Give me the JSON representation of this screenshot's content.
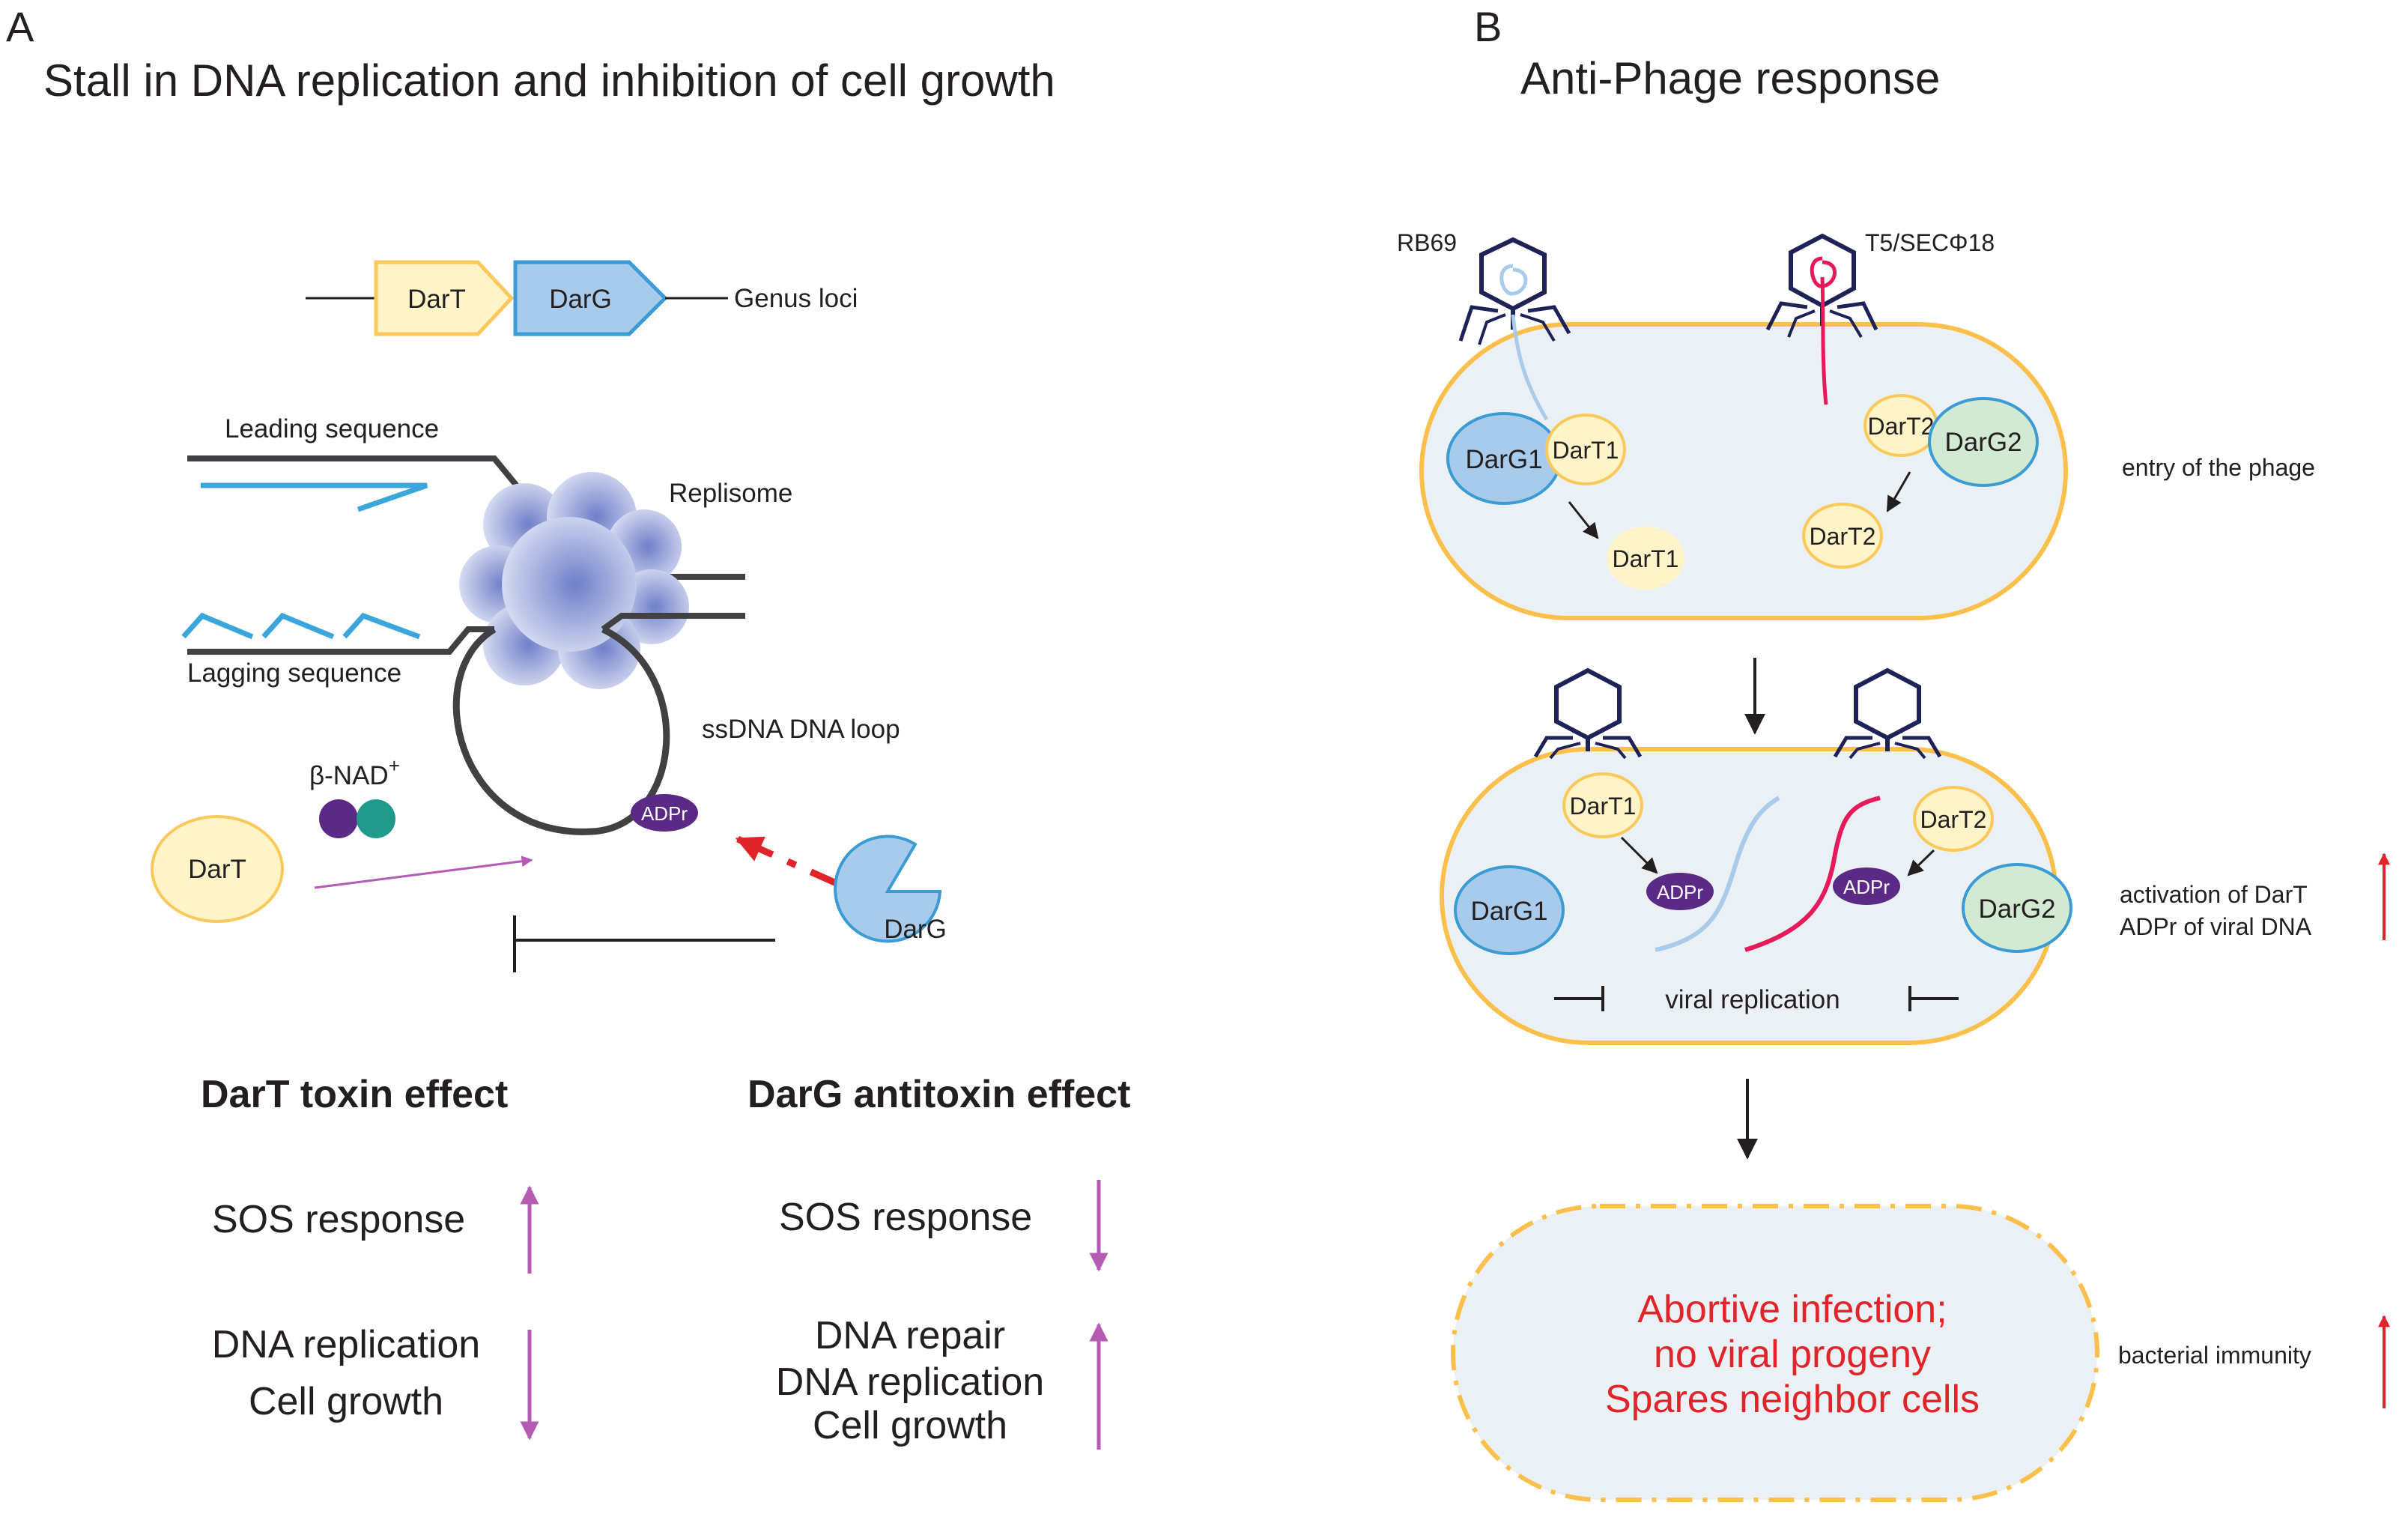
{
  "panel_a": {
    "letter": "A",
    "title": "Stall in DNA replication and inhibition of cell growth",
    "locus": {
      "dart": "DarT",
      "darg": "DarG",
      "label": "Genus loci"
    },
    "leading": "Leading sequence",
    "replisome": "Replisome",
    "lagging": "Lagging sequence",
    "ssdna": "ssDNA DNA loop",
    "nad": "β-NAD",
    "nad_sup": "+",
    "adpr": "ADPr",
    "dart": "DarT",
    "darg": "DarG",
    "dart_effect": {
      "heading": "DarT toxin effect",
      "item1": "SOS response",
      "item2_line1": "DNA replication",
      "item2_line2": "Cell growth"
    },
    "darg_effect": {
      "heading": "DarG antitoxin effect",
      "item1": "SOS response",
      "item2_line1": "DNA repair",
      "item2_line2": "DNA replication",
      "item2_line3": "Cell growth"
    }
  },
  "panel_b": {
    "letter": "B",
    "title": "Anti-Phage response",
    "phage1": "RB69",
    "phage2": "T5/SECΦ18",
    "cell1": {
      "darg1": "DarG1",
      "dart1": "DarT1",
      "dart1_free": "DarT1",
      "dart2": "DarT2",
      "darg2": "DarG2",
      "dart2_free": "DarT2"
    },
    "cell2": {
      "dart1": "DarT1",
      "dart2": "DarT2",
      "darg1": "DarG1",
      "darg2": "DarG2",
      "adpr1": "ADPr",
      "adpr2": "ADPr",
      "viral": "viral replication"
    },
    "outcome": {
      "line1": "Abortive infection;",
      "line2": "no viral progeny",
      "line3": "Spares neighbor cells"
    },
    "side_labels": {
      "entry": "entry of the phage",
      "activation_line1": "activation of DarT",
      "activation_line2": "ADPr of viral DNA",
      "immunity": "bacterial immunity"
    }
  },
  "colors": {
    "dart_fill": "#fef4c7",
    "dart_stroke": "#fbc95b",
    "darg_fill": "#a9cbeb",
    "darg_stroke": "#3a9bd5",
    "darg2_fill": "#d3ead2",
    "adpr_fill": "#5b2a86",
    "teal": "#1f9a8c",
    "cell_fill": "#ebf0f5",
    "cell_stroke": "#fbbf4c",
    "magenta": "#b45bb4",
    "red": "#e1242a",
    "phage_navy": "#1d2257",
    "dna_light_blue": "#a9cbeb",
    "dna_pink": "#e6195a",
    "strand_blue": "#3aa6dc"
  }
}
